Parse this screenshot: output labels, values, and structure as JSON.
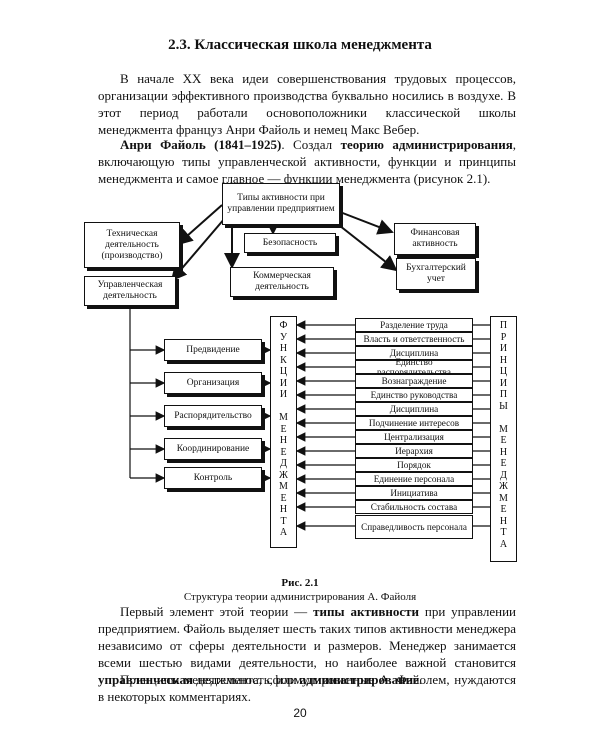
{
  "heading": "2.3. Классическая школа менеджмента",
  "intro": "В начале XX века идеи совершенствования трудовых процессов, организации эффективного производства буквально носились в воздухе. В этот период работали основоположники классической школы менеджмента француз Анри Файоль и немец Макс Вебер.",
  "fayol": {
    "name": "Анри Файоль (1841–1925)",
    "t1": ". Создал ",
    "theory": "теорию администрирования",
    "t2": ", включающую типы управленческой активности, функции и принципы менеджмента и самое главное — функции менеджмента (рисунок 2.1)."
  },
  "diagram": {
    "top_box": "Типы активности при управлении предприятием",
    "technical": "Техническая деятельность (производство)",
    "security": "Безопасность",
    "finance": "Финансовая активность",
    "commercial": "Коммерческая деятельность",
    "accounting": "Бухгалтерский учет",
    "managerial": "Управленческая деятельность",
    "functions": [
      "Предвидение",
      "Организация",
      "Распорядительство",
      "Координирование",
      "Контроль"
    ],
    "functions_label": [
      "Ф",
      "У",
      "Н",
      "К",
      "Ц",
      "И",
      "И",
      "",
      "М",
      "Е",
      "Н",
      "Е",
      "Д",
      "Ж",
      "М",
      "Е",
      "Н",
      "Т",
      "А"
    ],
    "principles": [
      "Разделение труда",
      "Власть и ответственность",
      "Дисциплина",
      "Единство распорядительства",
      "Вознаграждение",
      "Единство руководства",
      "Дисциплина",
      "Подчинение интересов",
      "Централизация",
      "Иерархия",
      "Порядок",
      "Единение персонала",
      "Инициатива",
      "Стабильность состава",
      "Справедливость персонала"
    ],
    "principles_label": [
      "П",
      "Р",
      "И",
      "Н",
      "Ц",
      "И",
      "П",
      "Ы",
      "",
      "М",
      "Е",
      "Н",
      "Е",
      "Д",
      "Ж",
      "М",
      "Е",
      "Н",
      "Т",
      "А"
    ]
  },
  "figure_number": "Рис. 2.1",
  "figure_caption": "Структура теории администрирования А. Файоля",
  "p2": {
    "a": "Первый элемент этой теории — ",
    "b": "типы активности",
    "c": " при управлении предприятием. Файоль выделяет шесть таких типов активности менеджера независимо от сферы деятельности и размеров. Менеджер занимается всеми шестью видами деятельности, но наиболее важной становится ",
    "d": "управленческая",
    "e": " деятельность, или ",
    "f": "администрирование",
    "g": "."
  },
  "p3": "Принципы менеджмента, сформулированные А. Файолем, нуждаются в некоторых комментариях.",
  "page_number": "20"
}
